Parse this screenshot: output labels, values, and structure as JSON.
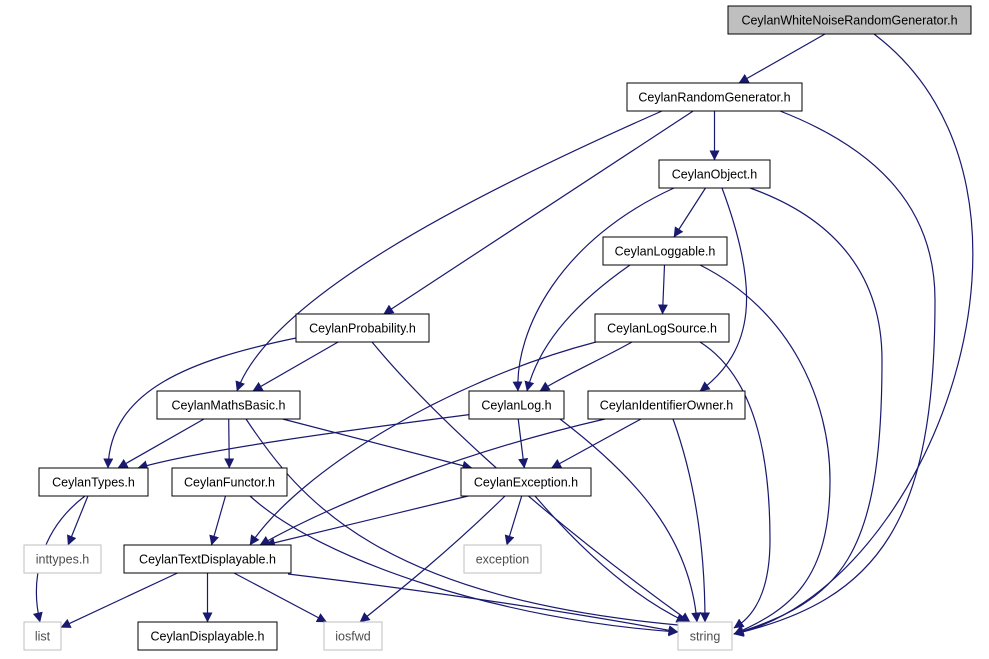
{
  "colors": {
    "edge": "#191970",
    "root_fill": "#bfbfbf",
    "node_border": "#000000",
    "external_border": "#bfbfbf",
    "external_text": "#4d4d4d"
  },
  "nodes": [
    {
      "id": "white",
      "label": "CeylanWhiteNoiseRandomGenerator.h",
      "kind": "root"
    },
    {
      "id": "random",
      "label": "CeylanRandomGenerator.h",
      "kind": "header"
    },
    {
      "id": "object",
      "label": "CeylanObject.h",
      "kind": "header"
    },
    {
      "id": "loggable",
      "label": "CeylanLoggable.h",
      "kind": "header"
    },
    {
      "id": "logsource",
      "label": "CeylanLogSource.h",
      "kind": "header"
    },
    {
      "id": "probability",
      "label": "CeylanProbability.h",
      "kind": "header"
    },
    {
      "id": "mathsbasic",
      "label": "CeylanMathsBasic.h",
      "kind": "header"
    },
    {
      "id": "log",
      "label": "CeylanLog.h",
      "kind": "header"
    },
    {
      "id": "identifier",
      "label": "CeylanIdentifierOwner.h",
      "kind": "header"
    },
    {
      "id": "types",
      "label": "CeylanTypes.h",
      "kind": "header"
    },
    {
      "id": "functor",
      "label": "CeylanFunctor.h",
      "kind": "header"
    },
    {
      "id": "exception",
      "label": "CeylanException.h",
      "kind": "header"
    },
    {
      "id": "inttypes",
      "label": "inttypes.h",
      "kind": "external"
    },
    {
      "id": "stdexception",
      "label": "exception",
      "kind": "external"
    },
    {
      "id": "textdisplayable",
      "label": "CeylanTextDisplayable.h",
      "kind": "header"
    },
    {
      "id": "list",
      "label": "list",
      "kind": "external"
    },
    {
      "id": "displayable",
      "label": "CeylanDisplayable.h",
      "kind": "header"
    },
    {
      "id": "iosfwd",
      "label": "iosfwd",
      "kind": "external"
    },
    {
      "id": "string",
      "label": "string",
      "kind": "external"
    }
  ],
  "edges": [
    {
      "from": "white",
      "to": "random"
    },
    {
      "from": "white",
      "to": "string"
    },
    {
      "from": "random",
      "to": "object"
    },
    {
      "from": "random",
      "to": "probability"
    },
    {
      "from": "random",
      "to": "mathsbasic"
    },
    {
      "from": "random",
      "to": "string"
    },
    {
      "from": "object",
      "to": "loggable"
    },
    {
      "from": "object",
      "to": "log"
    },
    {
      "from": "object",
      "to": "identifier"
    },
    {
      "from": "object",
      "to": "string"
    },
    {
      "from": "loggable",
      "to": "logsource"
    },
    {
      "from": "loggable",
      "to": "log"
    },
    {
      "from": "loggable",
      "to": "string"
    },
    {
      "from": "logsource",
      "to": "log"
    },
    {
      "from": "logsource",
      "to": "textdisplayable"
    },
    {
      "from": "logsource",
      "to": "string"
    },
    {
      "from": "probability",
      "to": "mathsbasic"
    },
    {
      "from": "probability",
      "to": "types"
    },
    {
      "from": "probability",
      "to": "string"
    },
    {
      "from": "mathsbasic",
      "to": "types"
    },
    {
      "from": "mathsbasic",
      "to": "functor"
    },
    {
      "from": "mathsbasic",
      "to": "exception"
    },
    {
      "from": "mathsbasic",
      "to": "string"
    },
    {
      "from": "log",
      "to": "types"
    },
    {
      "from": "log",
      "to": "exception"
    },
    {
      "from": "log",
      "to": "string"
    },
    {
      "from": "identifier",
      "to": "exception"
    },
    {
      "from": "identifier",
      "to": "textdisplayable"
    },
    {
      "from": "identifier",
      "to": "string"
    },
    {
      "from": "types",
      "to": "inttypes"
    },
    {
      "from": "types",
      "to": "list"
    },
    {
      "from": "functor",
      "to": "textdisplayable"
    },
    {
      "from": "functor",
      "to": "string"
    },
    {
      "from": "exception",
      "to": "textdisplayable"
    },
    {
      "from": "exception",
      "to": "stdexception"
    },
    {
      "from": "exception",
      "to": "iosfwd"
    },
    {
      "from": "exception",
      "to": "string"
    },
    {
      "from": "textdisplayable",
      "to": "displayable"
    },
    {
      "from": "textdisplayable",
      "to": "list"
    },
    {
      "from": "textdisplayable",
      "to": "iosfwd"
    },
    {
      "from": "textdisplayable",
      "to": "string"
    }
  ]
}
